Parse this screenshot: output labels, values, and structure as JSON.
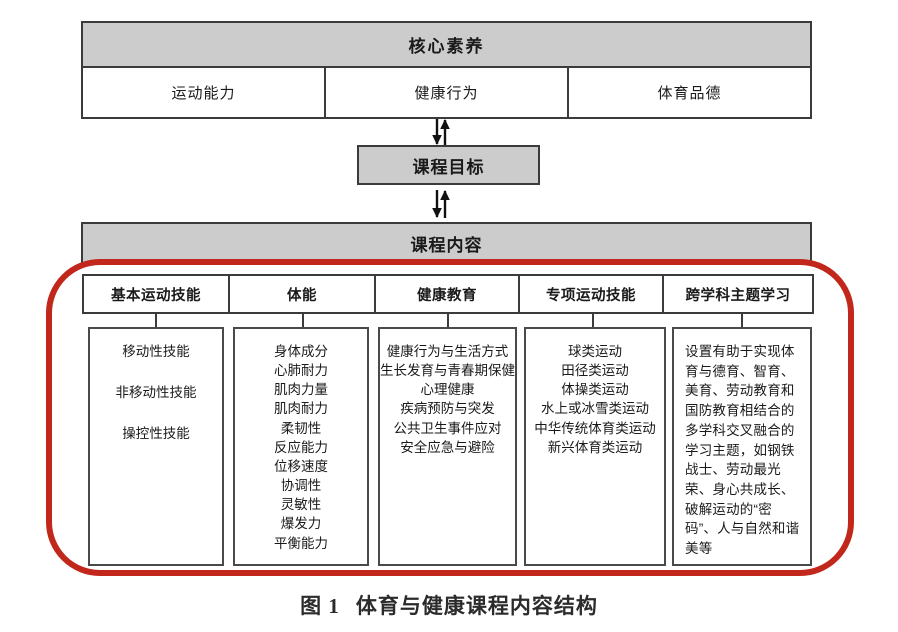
{
  "figure": {
    "caption_label": "图 1",
    "caption_title": "体育与健康课程内容结构"
  },
  "colors": {
    "gray_fill": "#cccccc",
    "border": "#3b3b3b",
    "highlight_red": "#c1271a",
    "background": "#ffffff"
  },
  "top_table": {
    "title": "核心素养",
    "cells": [
      {
        "label": "运动能力"
      },
      {
        "label": "健康行为"
      },
      {
        "label": "体育品德"
      }
    ]
  },
  "goal": {
    "label": "课程目标"
  },
  "content": {
    "title": "课程内容",
    "columns": [
      {
        "header": "基本运动技能",
        "layout": "spaced",
        "items": [
          "移动性技能",
          "非移动性技能",
          "操控性技能"
        ]
      },
      {
        "header": "体能",
        "layout": "list",
        "items": [
          "身体成分",
          "心肺耐力",
          "肌肉力量",
          "肌肉耐力",
          "柔韧性",
          "反应能力",
          "位移速度",
          "协调性",
          "灵敏性",
          "爆发力",
          "平衡能力"
        ]
      },
      {
        "header": "健康教育",
        "layout": "list",
        "items": [
          "健康行为与生活方式",
          "生长发育与青春期保健",
          "心理健康",
          "疾病预防与突发",
          "公共卫生事件应对",
          "安全应急与避险"
        ]
      },
      {
        "header": "专项运动技能",
        "layout": "list",
        "items": [
          "球类运动",
          "田径类运动",
          "体操类运动",
          "水上或冰雪类运动",
          "中华传统体育类运动",
          "新兴体育类运动"
        ]
      },
      {
        "header": "跨学科主题学习",
        "layout": "paragraph",
        "paragraph": "设置有助于实现体育与德育、智育、美育、劳动教育和国防教育相结合的多学科交叉融合的学习主题，如钢铁战士、劳动最光荣、身心共成长、破解运动的“密码”、人与自然和谐美等"
      }
    ]
  },
  "connectors": [
    {
      "name": "double-arrow-core-to-goal",
      "direction": "bidirectional"
    },
    {
      "name": "double-arrow-goal-to-content",
      "direction": "bidirectional"
    }
  ]
}
